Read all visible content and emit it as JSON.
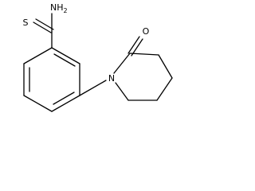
{
  "structure": {
    "atoms": {
      "thioamide_nitrogen": {
        "symbol": "N",
        "hydrogens": "H",
        "hydrogen_count": "2"
      },
      "thioamide_sulfur": {
        "symbol": "S"
      },
      "lactam_oxygen": {
        "symbol": "O"
      },
      "ring_nitrogen": {
        "symbol": "N"
      }
    },
    "colors": {
      "bond": "#000000",
      "label": "#000000",
      "background": "#ffffff"
    }
  }
}
